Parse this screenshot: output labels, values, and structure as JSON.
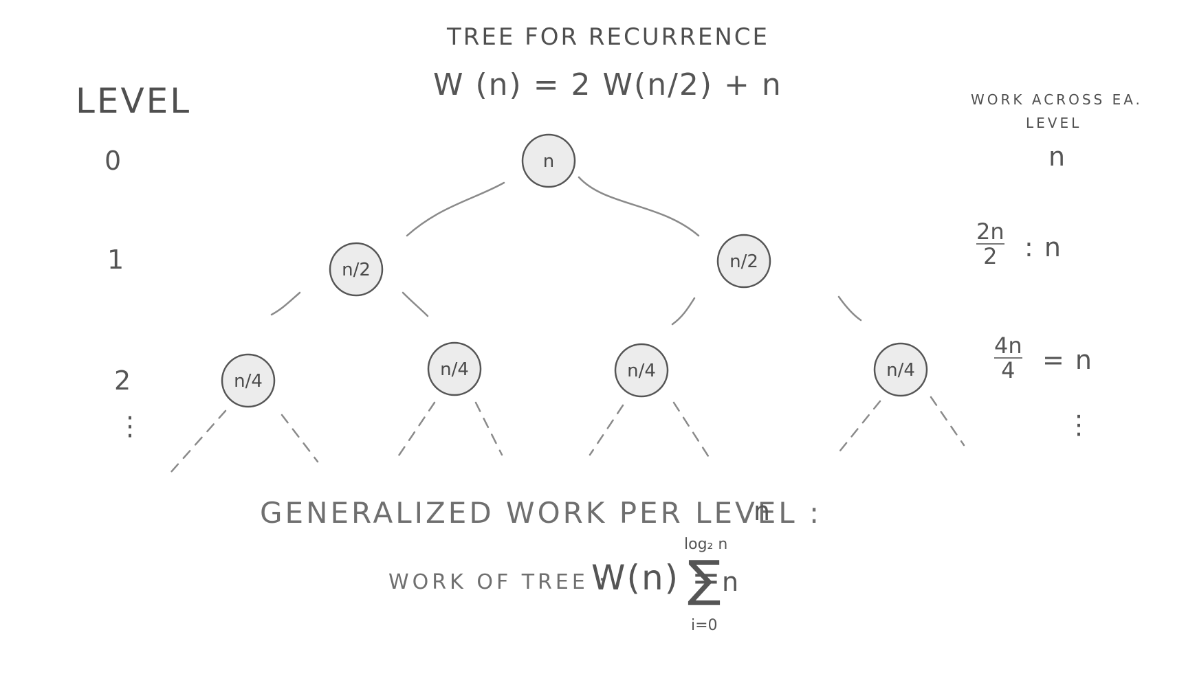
{
  "title": "TREE FOR RECURRENCE",
  "recurrence": "W (n) = 2 W(n/2) + n",
  "level_column": {
    "heading": "LEVEL",
    "levels": [
      "0",
      "1",
      "2",
      "⋮"
    ]
  },
  "work_column": {
    "heading_line1": "WORK ACROSS EA.",
    "heading_line2": "LEVEL",
    "level0": "n",
    "level1": {
      "numerator": "2n",
      "denominator": "2",
      "result": ": n"
    },
    "level2": {
      "numerator": "4n",
      "denominator": "4",
      "result": "= n"
    },
    "ellipsis": "⋮"
  },
  "tree": {
    "root": {
      "label": "n"
    },
    "level1": [
      {
        "label": "n/2"
      },
      {
        "label": "n/2"
      }
    ],
    "level2": [
      {
        "label": "n/4"
      },
      {
        "label": "n/4"
      },
      {
        "label": "n/4"
      },
      {
        "label": "n/4"
      }
    ]
  },
  "generalized": {
    "label": "GENERALIZED WORK PER LEVEL :",
    "value": "n"
  },
  "tree_work": {
    "label": "WORK OF TREE :",
    "lhs": "W(n) =",
    "sum_symbol": "∑",
    "upper_limit": "log₂ n",
    "lower_limit": "i=0",
    "term": "n"
  },
  "colors": {
    "ink": "#4a4a4a",
    "node_fill": "#ececec",
    "node_stroke": "#555555",
    "edge": "#8a8a8a"
  }
}
